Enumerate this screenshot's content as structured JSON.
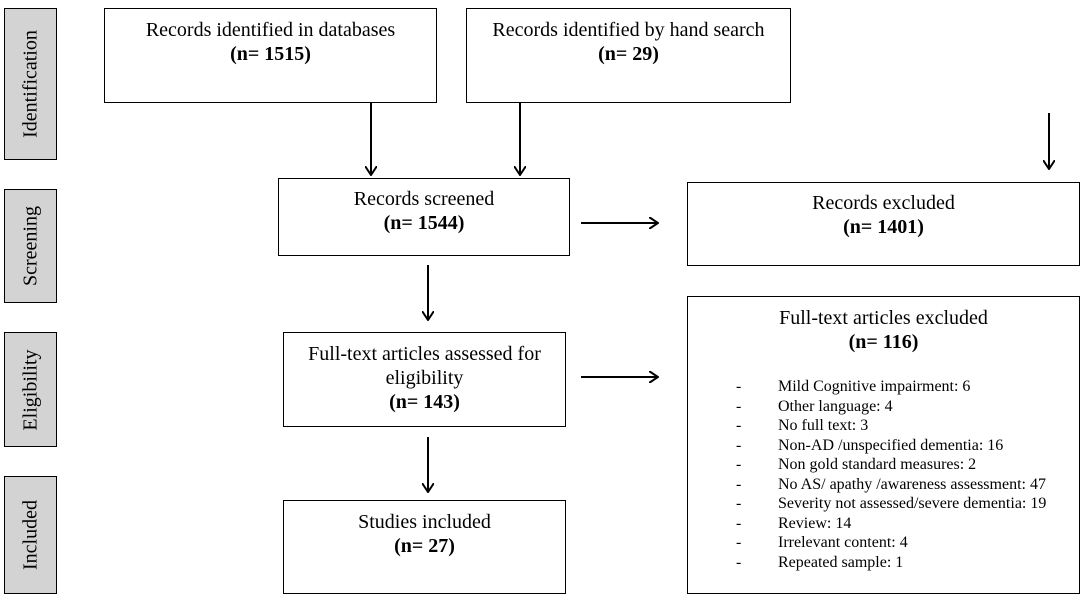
{
  "stages": {
    "identification": "Identification",
    "screening": "Screening",
    "eligibility": "Eligibility",
    "included": "Included"
  },
  "boxes": {
    "databases": {
      "title": "Records identified in databases",
      "n": "(n= 1515)"
    },
    "hand_search": {
      "title": "Records identified by hand search",
      "n": "(n= 29)"
    },
    "screened": {
      "title": "Records screened",
      "n": "(n= 1544)"
    },
    "excluded": {
      "title": "Records excluded",
      "n": "(n= 1401)"
    },
    "fulltext": {
      "title": "Full-text articles assessed for eligibility",
      "n": "(n= 143)"
    },
    "fulltext_excluded": {
      "title": "Full-text articles excluded",
      "n": "(n= 116)"
    },
    "included": {
      "title": "Studies included",
      "n": "(n= 27)"
    }
  },
  "exclusion_reasons": [
    {
      "dash": "-",
      "text": "Mild Cognitive impairment: 6"
    },
    {
      "dash": "-",
      "text": "Other language: 4"
    },
    {
      "dash": "-",
      "text": "No full text: 3"
    },
    {
      "dash": "-",
      "text": "Non-AD /unspecified dementia: 16"
    },
    {
      "dash": "-",
      "text": "Non gold standard measures: 2"
    },
    {
      "dash": "-",
      "text": "No AS/ apathy /awareness assessment: 47"
    },
    {
      "dash": "-",
      "text": "Severity not assessed/severe dementia: 19"
    },
    {
      "dash": "-",
      "text": "Review: 14"
    },
    {
      "dash": "-",
      "text": "Irrelevant content: 4"
    },
    {
      "dash": "-",
      "text": "Repeated sample: 1"
    }
  ]
}
